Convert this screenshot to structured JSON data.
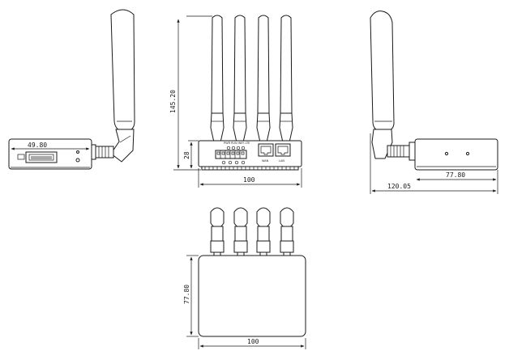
{
  "dimensions": {
    "left_depth": "49.80",
    "front_height": "145.20",
    "front_body_height": "28",
    "front_width": "100",
    "right_depth": "77.80",
    "right_total": "120.05",
    "top_depth": "77.80",
    "top_width": "100"
  },
  "port_labels": {
    "status": "PWR RUN WIFI LTE",
    "port1": "WAN",
    "port2": "LAN"
  }
}
